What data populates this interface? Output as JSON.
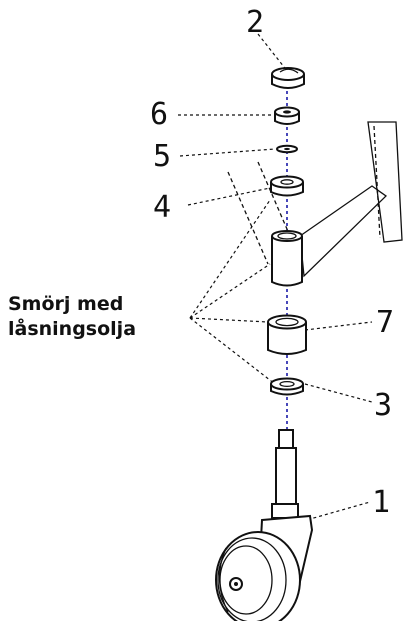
{
  "labels": {
    "n1": "1",
    "n2": "2",
    "n3": "3",
    "n4": "4",
    "n5": "5",
    "n6": "6",
    "n7": "7"
  },
  "note": {
    "line1": "Smörj med",
    "line2": "låsningsolja"
  },
  "colors": {
    "axis": "#1a1aa8",
    "line": "#111111"
  },
  "icons": {
    "washer": "washer-icon",
    "wheel": "caster-wheel-icon"
  }
}
